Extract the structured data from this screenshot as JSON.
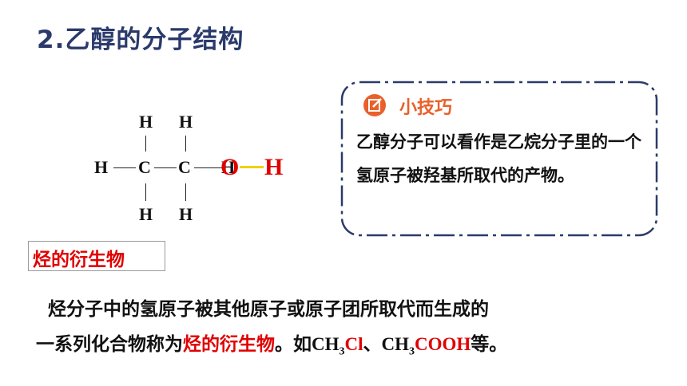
{
  "title": "2.乙醇的分子结构",
  "structure": {
    "atoms": {
      "h_top_1": "H",
      "h_top_2": "H",
      "h_left": "H",
      "c1": "C",
      "c2": "C",
      "o_black": "H",
      "o_red": "O",
      "h_right": "H",
      "h_bottom_1": "H",
      "h_bottom_2": "H"
    }
  },
  "tip": {
    "title": "小技巧",
    "text": "乙醇分子可以看作是乙烷分子里的一个氢原子被羟基所取代的产物。"
  },
  "tag_label": "烃的衍生物",
  "paragraph": {
    "line1": "烃分子中的氢原子被其他原子或原子团所取代而生成的",
    "line2_prefix": "一系列化合物称为",
    "line2_highlight": "烃的衍生物",
    "line2_mid": "。如",
    "f1_a": "CH",
    "f1_sub": "3",
    "f1_red": "Cl",
    "sep": "、",
    "f2_a": "CH",
    "f2_sub": "3",
    "f2_red": "COOH",
    "suffix": "等。"
  },
  "colors": {
    "title": "#2a3a6b",
    "accent_red": "#e00000",
    "tip_orange": "#e9602a",
    "box_border": "#2a3a6b",
    "bond_yellow": "#f0d000"
  }
}
